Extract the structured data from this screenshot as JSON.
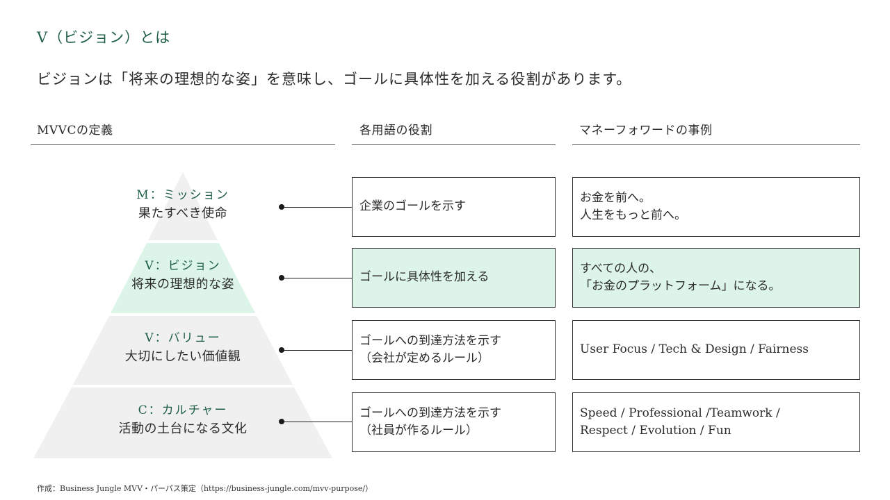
{
  "section_title": "V（ビジョン）とは",
  "subtitle": "ビジョンは「将来の理想的な姿」を意味し、ゴールに具体性を加える役割があります。",
  "columns": {
    "definition": "MVVCの定義",
    "role": "各用語の役割",
    "example": "マネーフォワードの事例"
  },
  "rows": [
    {
      "term": "M：ミッション",
      "meaning": "果たすべき使命",
      "role": [
        "企業のゴールを示す"
      ],
      "example": [
        "お金を前へ。",
        "人生をもっと前へ。"
      ],
      "highlighted": false
    },
    {
      "term": "V：ビジョン",
      "meaning": "将来の理想的な姿",
      "role": [
        "ゴールに具体性を加える"
      ],
      "example": [
        "すべての人の、",
        "「お金のプラットフォーム」になる。"
      ],
      "highlighted": true
    },
    {
      "term": "V：バリュー",
      "meaning": "大切にしたい価値観",
      "role": [
        "ゴールへの到達方法を示す",
        "（会社が定めるルール）"
      ],
      "example": [
        "User Focus / Tech & Design / Fairness"
      ],
      "highlighted": false
    },
    {
      "term": "C：カルチャー",
      "meaning": "活動の土台になる文化",
      "role": [
        "ゴールへの到達方法を示す",
        "（社員が作るルール）"
      ],
      "example": [
        "Speed / Professional /Teamwork /",
        "Respect / Evolution / Fun"
      ],
      "highlighted": false
    }
  ],
  "footer": "作成：Business Jungle MVV・パーパス策定（https://business-jungle.com/mvv-purpose/）",
  "colors": {
    "accent_green": "#1f5f45",
    "highlight_fill": "#dcf5e8",
    "pyramid_gray": "#f0f0f0"
  }
}
